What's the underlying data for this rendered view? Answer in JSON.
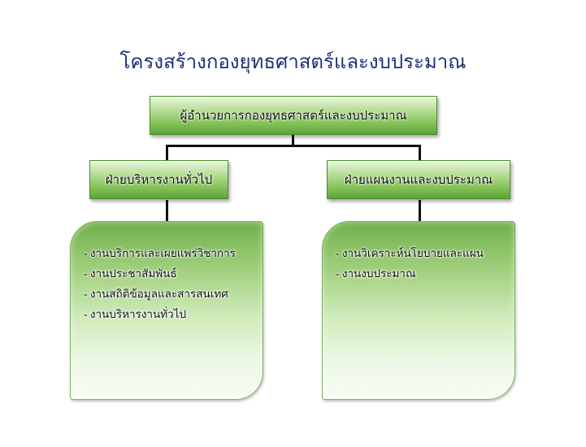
{
  "title": "โครงสร้างกองยุทธศาสตร์และงบประมาณ",
  "director": "ผู้อำนวยการกองยุทธศาสตร์และงบประมาณ",
  "departments": [
    {
      "name": "ฝ่ายบริหารงานทั่วไป",
      "duties": [
        "- งานบริการและเผยแพร่วิชาการ",
        "- งานประชาสัมพันธ์",
        "- งานสถิติข้อมูลและสารสนเทศ",
        "- งานบริหารงานทั่วไป"
      ]
    },
    {
      "name": "ฝ่ายแผนงานและงบประมาณ",
      "duties": [
        "- งานวิเคราะห์นโยบายและแผน",
        "- งานงบประมาณ"
      ]
    }
  ]
}
